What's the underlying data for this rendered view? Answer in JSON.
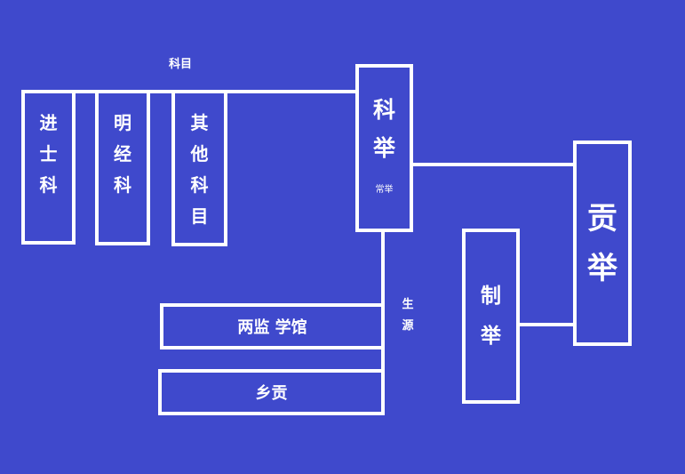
{
  "colors": {
    "background": "#3f49cc",
    "stroke": "#ffffff",
    "text": "#ffffff"
  },
  "nodes": {
    "gongju": {
      "chars": [
        "贡",
        "举"
      ]
    },
    "keju": {
      "chars": [
        "科",
        "举"
      ],
      "note": "常举"
    },
    "zhiju": {
      "chars": [
        "制",
        "举"
      ]
    },
    "jinshi": {
      "chars": [
        "进",
        "士",
        "科"
      ]
    },
    "mingjing": {
      "chars": [
        "明",
        "经",
        "科"
      ]
    },
    "qita": {
      "chars": [
        "其",
        "他",
        "科",
        "目"
      ]
    },
    "liangjian": {
      "label": "两监 学馆"
    },
    "xianggong": {
      "label": "乡贡"
    }
  },
  "edge_labels": {
    "kemu": "科目",
    "shengyuan": [
      "生",
      "源"
    ]
  }
}
